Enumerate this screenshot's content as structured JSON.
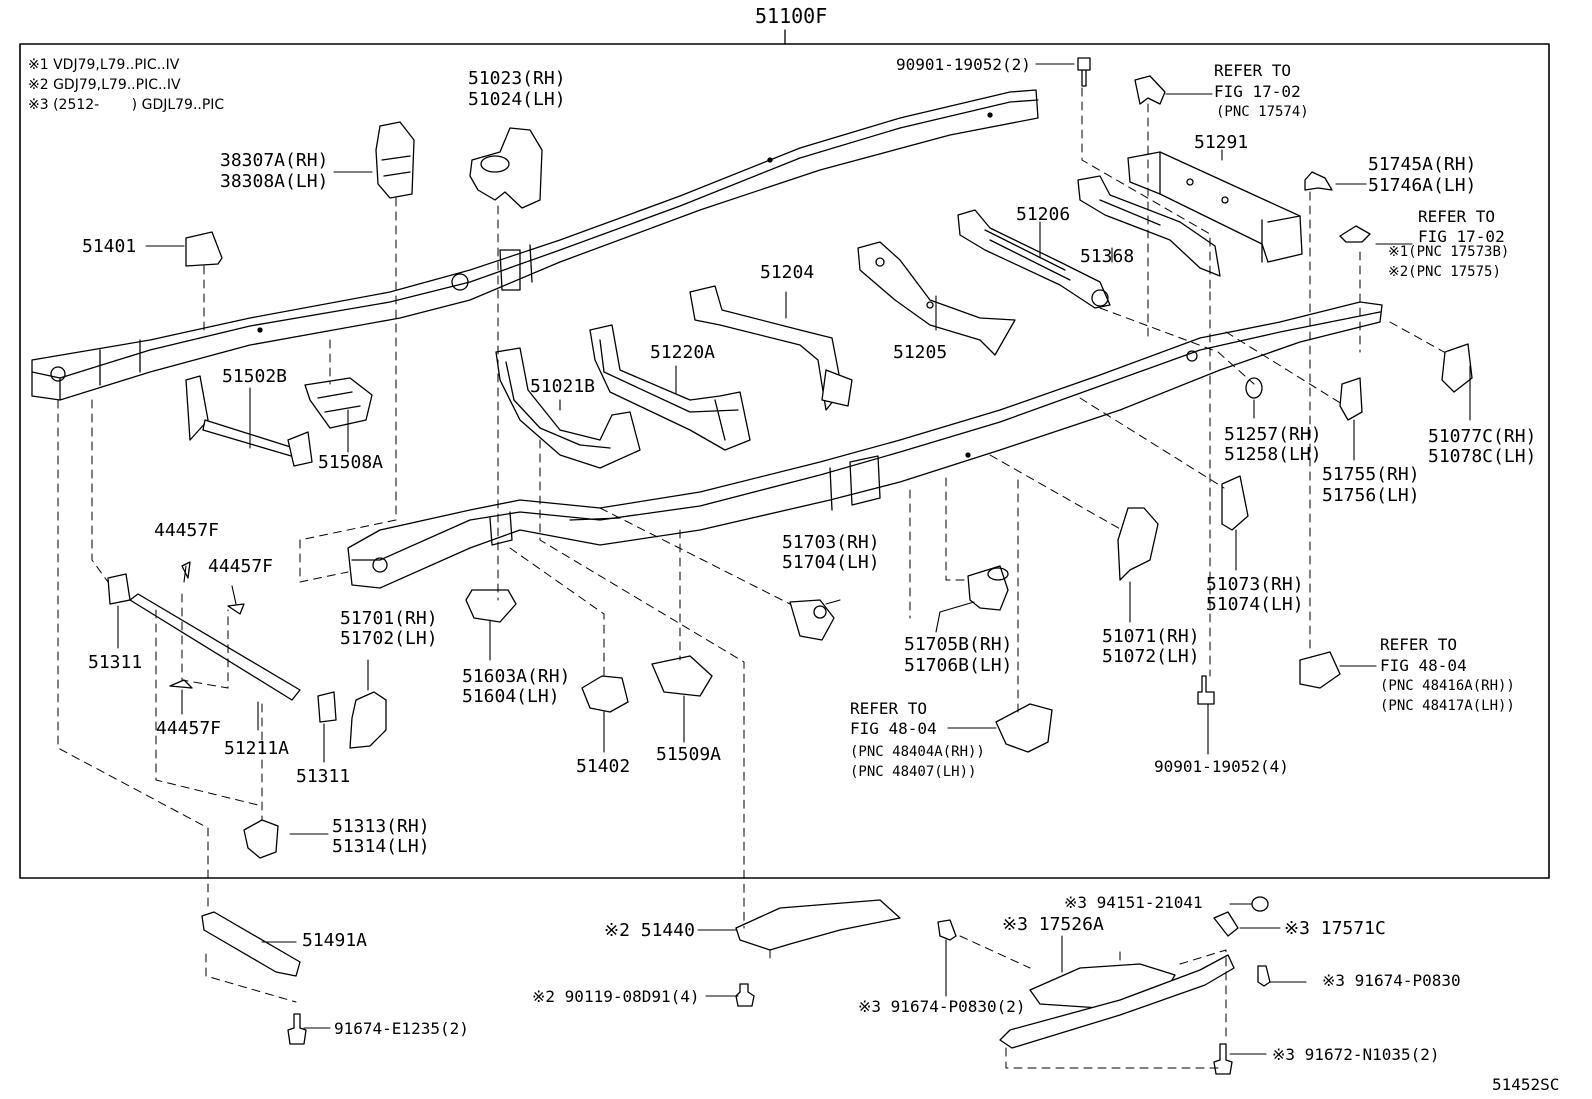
{
  "assembly_label": "51100F",
  "figure_id": "51452SC",
  "notes": [
    "※1 VDJ79,L79..PIC..IV",
    "※2 GDJ79,L79..PIC..IV",
    "※3 (2512-　　 ) GDJL79..PIC"
  ],
  "labels": {
    "p51023": [
      "51023(RH)",
      "51024(LH)"
    ],
    "p38307": [
      "38307A(RH)",
      "38308A(LH)"
    ],
    "p51401": "51401",
    "p51502b": "51502B",
    "p51508a": "51508A",
    "p51021b": "51021B",
    "p51220a": "51220A",
    "p51204": "51204",
    "p51205": "51205",
    "p51206": "51206",
    "p51368": "51368",
    "p51291": "51291",
    "p90901_top": "90901-19052(2)",
    "refer_1702_a": [
      "REFER TO",
      "FIG 17-02"
    ],
    "refer_1702_a_pnc": "(PNC 17574)",
    "p51745": [
      "51745A(RH)",
      "51746A(LH)"
    ],
    "refer_1702_b": [
      "REFER TO",
      "FIG 17-02"
    ],
    "refer_1702_b_pnc": [
      "※1(PNC 17573B)",
      "※2(PNC 17575)"
    ],
    "p51077": [
      "51077C(RH)",
      "51078C(LH)"
    ],
    "p51257": [
      "51257(RH)",
      "51258(LH)"
    ],
    "p51755": [
      "51755(RH)",
      "51756(LH)"
    ],
    "p51073": [
      "51073(RH)",
      "51074(LH)"
    ],
    "p51071": [
      "51071(RH)",
      "51072(LH)"
    ],
    "p51703": [
      "51703(RH)",
      "51704(LH)"
    ],
    "p51705b": [
      "51705B(RH)",
      "51706B(LH)"
    ],
    "p51701": [
      "51701(RH)",
      "51702(LH)"
    ],
    "p51603a": [
      "51603A(RH)",
      "51604(LH)"
    ],
    "p51402": "51402",
    "p51509a": "51509A",
    "p44457f_1": "44457F",
    "p44457f_2": "44457F",
    "p44457f_3": "44457F",
    "p51311_1": "51311",
    "p51311_2": "51311",
    "p51211a": "51211A",
    "p51313": [
      "51313(RH)",
      "51314(LH)"
    ],
    "p51491a": "51491A",
    "p91674_e1235": "91674-E1235(2)",
    "p51440": "※2 51440",
    "p90119": "※2 90119-08D91(4)",
    "refer_4804_a": [
      "REFER TO",
      "FIG 48-04"
    ],
    "refer_4804_a_pnc": [
      "(PNC 48404A(RH))",
      "(PNC 48407(LH))"
    ],
    "refer_4804_b": [
      "REFER TO",
      "FIG 48-04"
    ],
    "refer_4804_b_pnc": [
      "(PNC 48416A(RH))",
      "(PNC 48417A(LH))"
    ],
    "p90901_bottom": "90901-19052(4)",
    "p94151": "※3 94151-21041",
    "p17526a": "※3 17526A",
    "p17571c": "※3 17571C",
    "p91674_p0830_a": "※3 91674-P0830",
    "p91674_p0830_b": "※3 91674-P0830(2)",
    "p91672": "※3 91672-N1035(2)"
  },
  "colors": {
    "ink": "#000000",
    "paper": "#ffffff"
  }
}
